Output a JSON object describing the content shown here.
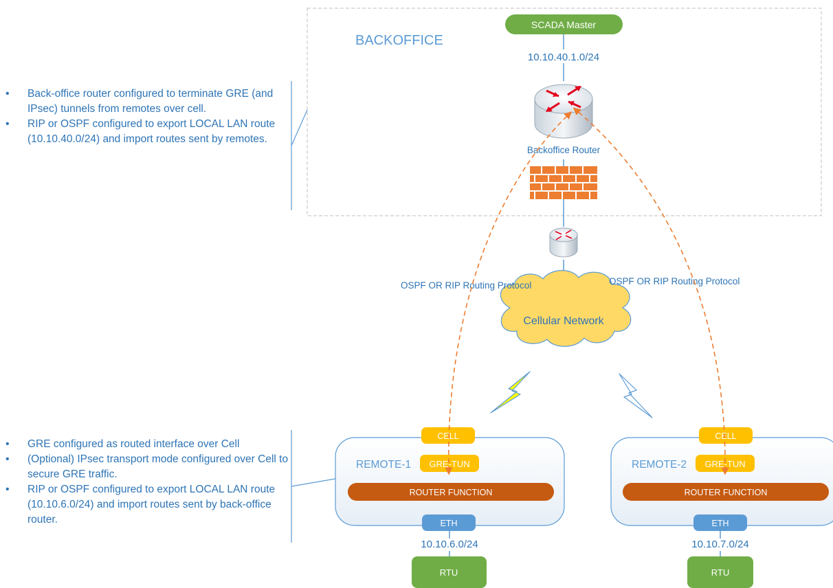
{
  "notes": {
    "backoffice": [
      "Back-office router configured to terminate GRE (and IPsec) tunnels from remotes over cell.",
      "RIP or OSPF  configured to export LOCAL LAN route (10.10.40.0/24) and import routes sent by remotes."
    ],
    "remote": [
      "GRE configured as routed interface over Cell",
      "(Optional) IPsec transport mode configured over Cell to secure GRE traffic.",
      "RIP or OSPF  configured to export LOCAL LAN route (10.10.6.0/24) and import routes sent by back-office router."
    ]
  },
  "backoffice": {
    "title": "BACKOFFICE",
    "scada": "SCADA Master",
    "subnet": "10.10.40.1.0/24",
    "router_label": "Backoffice Router"
  },
  "network": {
    "cloud_label": "Cellular Network",
    "protocol_left": "OSPF OR RIP Routing Protocol",
    "protocol_right": "OSPF OR RIP Routing Protocol"
  },
  "remotes": [
    {
      "name": "REMOTE-1",
      "cell": "CELL",
      "gre": "GRE-TUN",
      "router_function": "ROUTER FUNCTION",
      "eth": "ETH",
      "subnet": "10.10.6.0/24",
      "rtu": "RTU"
    },
    {
      "name": "REMOTE-2",
      "cell": "CELL",
      "gre": "GRE-TUN",
      "router_function": "ROUTER FUNCTION",
      "eth": "ETH",
      "subnet": "10.10.7.0/24",
      "rtu": "RTU"
    }
  ],
  "colors": {
    "text_blue": "#2e74b5",
    "scada_green": "#70ad47",
    "cell_yellow": "#ffc000",
    "router_orange": "#c55a11",
    "eth_blue": "#5b9bd5",
    "cloud_yellow": "#ffd966",
    "firewall_orange": "#ed7d31",
    "tunnel_dash": "#ed7d31"
  }
}
